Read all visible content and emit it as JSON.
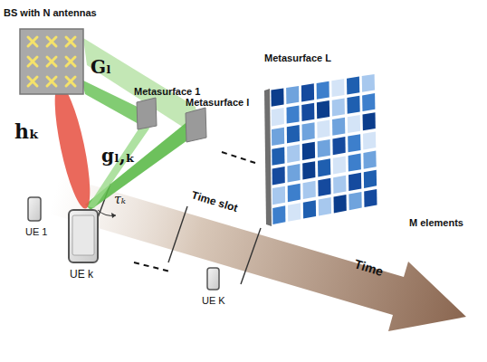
{
  "diagram": {
    "nodes": [
      {
        "text": [
          "BS with N antennas"
        ]
      },
      {
        "text": [
          "Metasurface 1"
        ]
      },
      {
        "text": [
          "Metasurface l"
        ]
      },
      {
        "text": [
          "Metasurface L"
        ]
      },
      {
        "text": [
          "UE 1"
        ]
      },
      {
        "text": [
          "UE k"
        ]
      },
      {
        "text": [
          "UE K"
        ]
      }
    ],
    "labels": [
      "hₖ",
      "Gₗ",
      "gₗ,ₖ",
      "τₖ",
      "Time slot",
      "Time",
      "M elements"
    ]
  }
}
